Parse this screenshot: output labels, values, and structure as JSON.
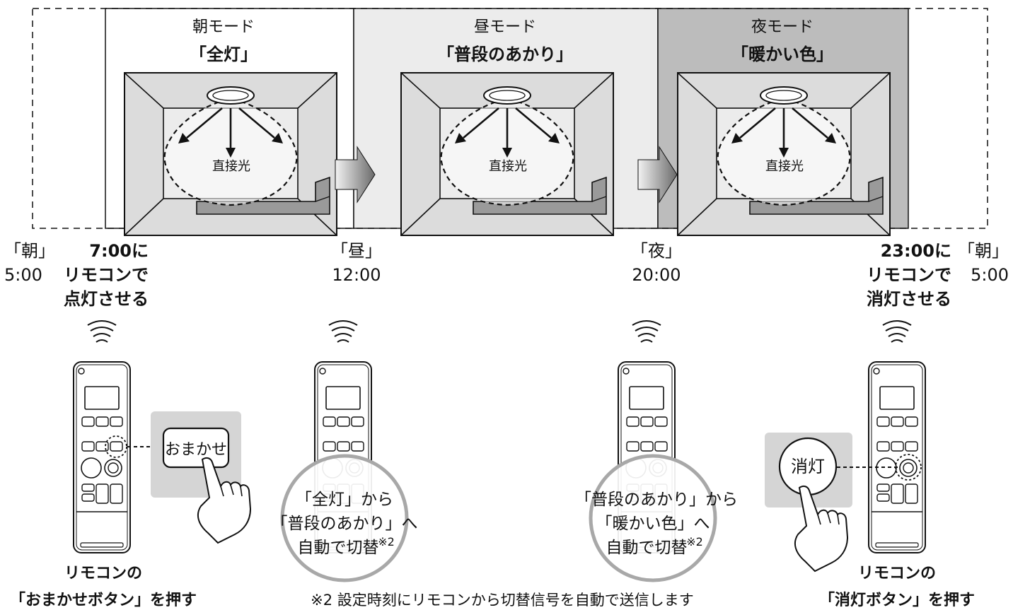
{
  "modes": [
    {
      "name": "朝モード",
      "setting": "「全灯」",
      "light_label": "直接光"
    },
    {
      "name": "昼モード",
      "setting": "「普段のあかり」",
      "light_label": "直接光"
    },
    {
      "name": "夜モード",
      "setting": "「暖かい色」",
      "light_label": "直接光"
    }
  ],
  "mode_colors": [
    "#ffffff",
    "#ececec",
    "#bcbcbc"
  ],
  "times": {
    "morning_start": {
      "label": "「朝」",
      "time": "5:00"
    },
    "on_note": [
      "7:00に",
      "リモコンで",
      "点灯させる"
    ],
    "noon": {
      "label": "「昼」",
      "time": "12:00"
    },
    "night": {
      "label": "「夜」",
      "time": "20:00"
    },
    "off_note": [
      "23:00に",
      "リモコンで",
      "消灯させる"
    ],
    "morning_end": {
      "label": "「朝」",
      "time": "5:00"
    }
  },
  "buttons": {
    "omakase": "おまかせ",
    "shoutou": "消灯"
  },
  "switch_notes": {
    "noon": {
      "line1": "「全灯」から",
      "line2": "「普段のあかり」へ",
      "line3": "自動で切替",
      "mark": "※2"
    },
    "night": {
      "line1": "「普段のあかり」から",
      "line2": "「暖かい色」へ",
      "line3": "自動で切替",
      "mark": "※2"
    }
  },
  "captions": {
    "left_line1": "リモコンの",
    "left_line2": "「おまかせボタン」を押す",
    "right_line1": "リモコンの",
    "right_line2": "「消灯ボタン」を押す",
    "footnote": "※2 設定時刻にリモコンから切替信号を自動で送信します"
  },
  "icons": [
    "ceiling-light-icon",
    "arrow-right-icon",
    "remote-control-icon",
    "signal-waves-icon",
    "hand-pointer-icon"
  ]
}
